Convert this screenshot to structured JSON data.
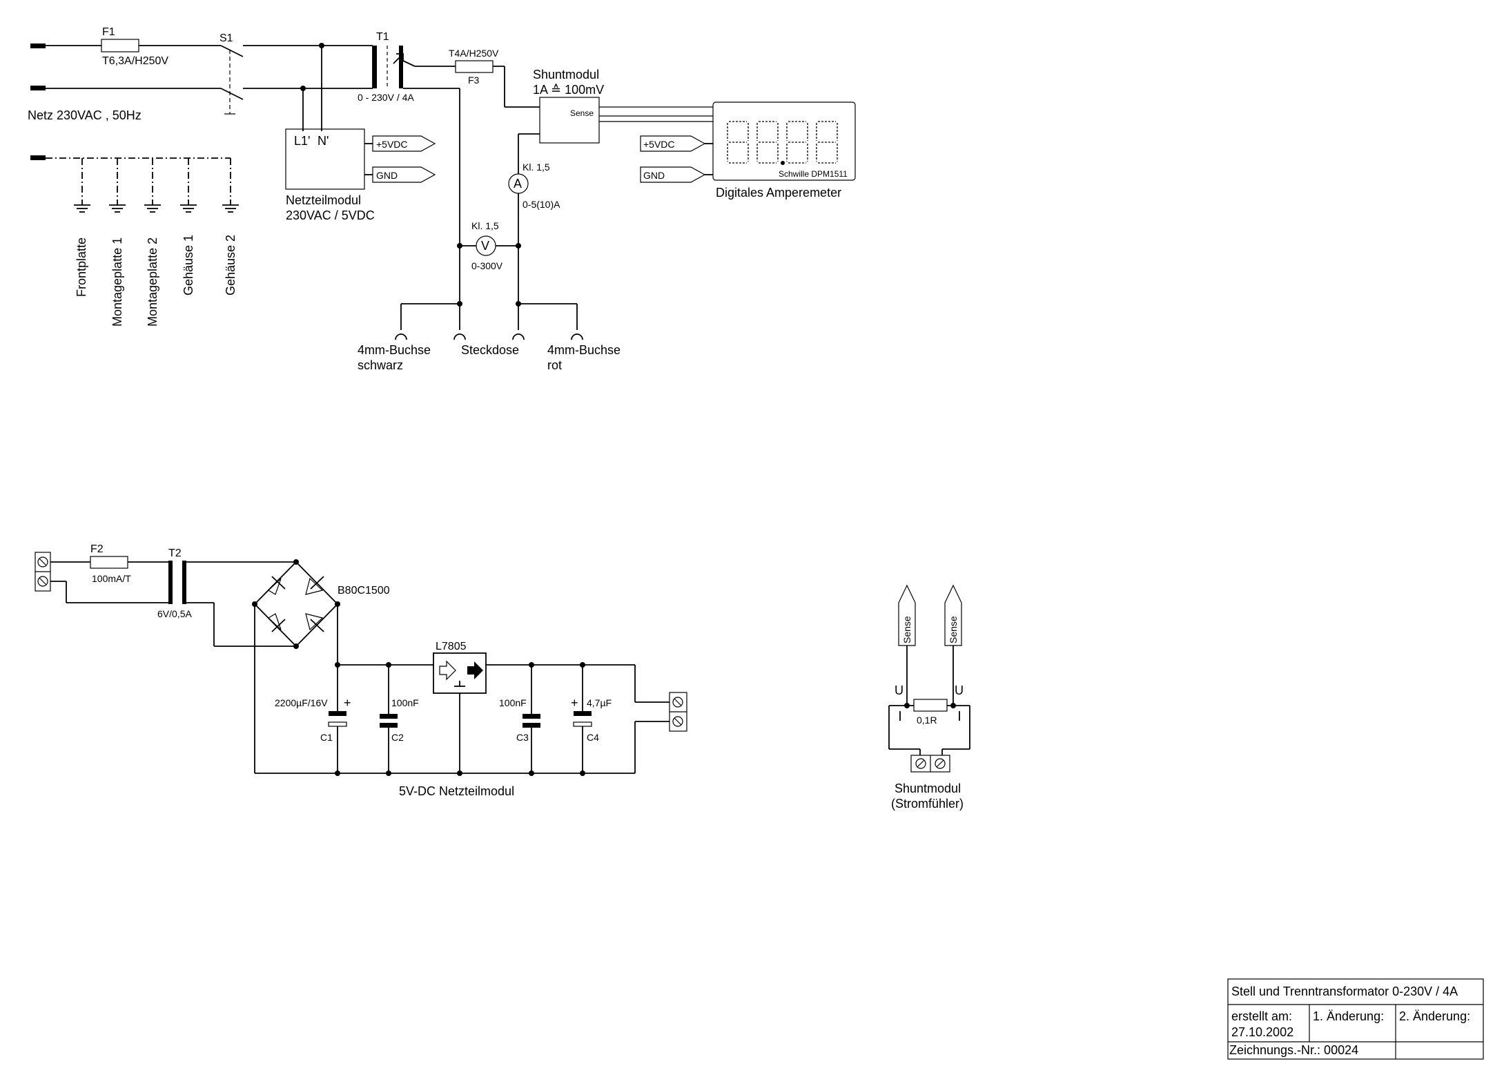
{
  "mains": {
    "fuse_ref": "F1",
    "fuse_rating": "T6,3A/H250V",
    "switch_ref": "S1",
    "label": "Netz 230VAC , 50Hz"
  },
  "transformer": {
    "ref": "T1",
    "rating": "0 - 230V / 4A"
  },
  "fuse3": {
    "ref": "F3",
    "rating": "T4A/H250V"
  },
  "shunt": {
    "title": "Shuntmodul",
    "ratio": "1A ≙ 100mV",
    "sense": "Sense"
  },
  "psu_module": {
    "pins": [
      "L1'",
      "N'"
    ],
    "out_pos": "+5VDC",
    "out_gnd": "GND",
    "caption_1": "Netzteilmodul",
    "caption_2": "230VAC / 5VDC"
  },
  "meter": {
    "in_pos": "+5VDC",
    "in_gnd": "GND",
    "brand": "Schwille DPM1511",
    "caption": "Digitales Amperemeter"
  },
  "ammeter": {
    "symbol": "A",
    "class": "Kl. 1,5",
    "range": "0-5(10)A"
  },
  "voltmeter": {
    "symbol": "V",
    "class": "Kl. 1,5",
    "range": "0-300V"
  },
  "sockets": {
    "black_1": "4mm-Buchse",
    "black_2": "schwarz",
    "outlet": "Steckdose",
    "red_1": "4mm-Buchse",
    "red_2": "rot"
  },
  "grounds": [
    "Frontplatte",
    "Montageplatte 1",
    "Montageplatte 2",
    "Gehäuse 1",
    "Gehäuse 2"
  ],
  "dc_module": {
    "fuse_ref": "F2",
    "fuse_rating": "100mA/T",
    "trafo_ref": "T2",
    "trafo_rating": "6V/0,5A",
    "bridge": "B80C1500",
    "regulator": "L7805",
    "c1_value": "2200µF/16V",
    "c1_ref": "C1",
    "c2_value": "100nF",
    "c2_ref": "C2",
    "c3_value": "100nF",
    "c3_ref": "C3",
    "c4_value": "4,7µF",
    "c4_ref": "C4",
    "plus": "+",
    "caption": "5V-DC Netzteilmodul"
  },
  "shunt_module": {
    "sense": "Sense",
    "u": "U",
    "resistor": "0,1R",
    "caption_1": "Shuntmodul",
    "caption_2": "(Stromfühler)"
  },
  "title_block": {
    "title": "Stell und Trenntransformator 0-230V / 4A",
    "created_label": "erstellt am:",
    "created_date": "27.10.2002",
    "change_1": "1. Änderung:",
    "change_2": "2. Änderung:",
    "drawing_no": "Zeichnungs.-Nr.: 00024"
  }
}
